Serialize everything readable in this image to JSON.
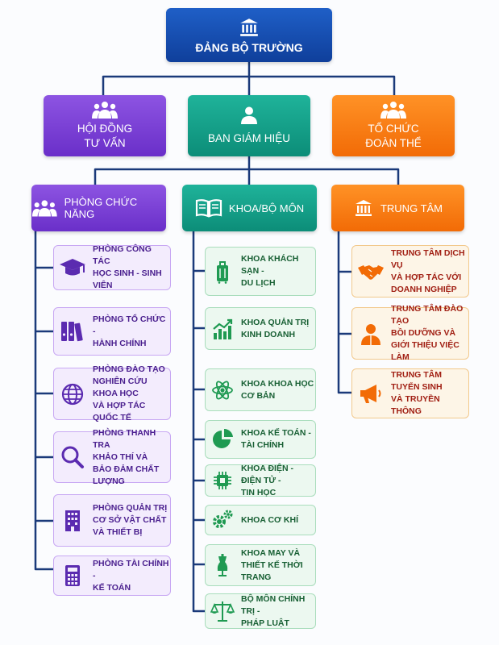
{
  "colors": {
    "root": "#1a4fb3",
    "purple": "#7a3fd6",
    "teal": "#13a08a",
    "orange": "#f97d12",
    "connector": "#1b3a7a",
    "purple_icon": "#5b2bb0",
    "green_icon": "#1f9a52",
    "orange_icon": "#f26b06"
  },
  "root": {
    "label": "ĐẢNG BỘ TRƯỜNG",
    "icon": "building-columns-icon"
  },
  "level2": [
    {
      "label_line1": "HỘI ĐỒNG",
      "label_line2": "TƯ VẤN",
      "icon": "people-group-icon",
      "color": "purple"
    },
    {
      "label_line1": "BAN GIÁM HIỆU",
      "label_line2": "",
      "icon": "person-icon",
      "color": "teal"
    },
    {
      "label_line1": "TỔ CHỨC",
      "label_line2": "ĐOÀN THỂ",
      "icon": "people-group-icon",
      "color": "orange"
    }
  ],
  "columns": [
    {
      "header": "PHÒNG CHỨC NĂNG",
      "icon": "people-group-icon",
      "items": [
        {
          "text": "PHÒNG CÔNG TÁC\nHỌC SINH - SINH VIÊN",
          "icon": "graduation-cap-icon"
        },
        {
          "text": "PHÒNG TỔ CHỨC -\nHÀNH CHÍNH",
          "icon": "binders-icon"
        },
        {
          "text": "PHÒNG ĐÀO TẠO\nNGHIÊN CỨU KHOA HỌC\nVÀ HỢP TÁC QUỐC TẾ",
          "icon": "globe-icon"
        },
        {
          "text": "PHÒNG THANH TRA\nKHẢO THÍ VÀ\nBẢO ĐẢM CHẤT LƯỢNG",
          "icon": "magnifier-icon"
        },
        {
          "text": "PHÒNG QUẢN TRỊ\nCƠ SỞ VẬT CHẤT\nVÀ THIẾT BỊ",
          "icon": "office-building-icon"
        },
        {
          "text": "PHÒNG TÀI CHÍNH -\nKẾ TOÁN",
          "icon": "calculator-icon"
        }
      ]
    },
    {
      "header": "KHOA/BỘ MÔN",
      "icon": "open-book-icon",
      "items": [
        {
          "text": "KHOA KHÁCH SẠN -\nDU LỊCH",
          "icon": "luggage-icon"
        },
        {
          "text": "KHOA QUẢN TRỊ\nKINH DOANH",
          "icon": "growth-chart-icon"
        },
        {
          "text": "KHOA KHOA HỌC\nCƠ BẢN",
          "icon": "atom-icon"
        },
        {
          "text": "KHOA KẾ TOÁN -\nTÀI CHÍNH",
          "icon": "pie-chart-icon"
        },
        {
          "text": "KHOA ĐIỆN - ĐIỆN TỬ -\nTIN HỌC",
          "icon": "microchip-icon"
        },
        {
          "text": "KHOA CƠ KHÍ",
          "icon": "gears-icon"
        },
        {
          "text": "KHOA MAY VÀ\nTHIẾT KẾ THỜI TRANG",
          "icon": "dress-form-icon"
        },
        {
          "text": "BỘ MÔN CHÍNH TRỊ -\nPHÁP LUẬT",
          "icon": "scales-icon"
        }
      ]
    },
    {
      "header": "TRUNG TÂM",
      "icon": "building-columns-icon",
      "items": [
        {
          "text": "TRUNG TÂM DỊCH VỤ\nVÀ HỢP TÁC VỚI\nDOANH NGHIỆP",
          "icon": "handshake-icon"
        },
        {
          "text": "TRUNG TÂM ĐÀO TẠO\nBỒI DƯỠNG VÀ\nGIỚI THIỆU VIỆC LÀM",
          "icon": "worker-icon"
        },
        {
          "text": "TRUNG TÂM TUYỂN SINH\nVÀ TRUYỀN THÔNG",
          "icon": "megaphone-icon"
        }
      ]
    }
  ]
}
